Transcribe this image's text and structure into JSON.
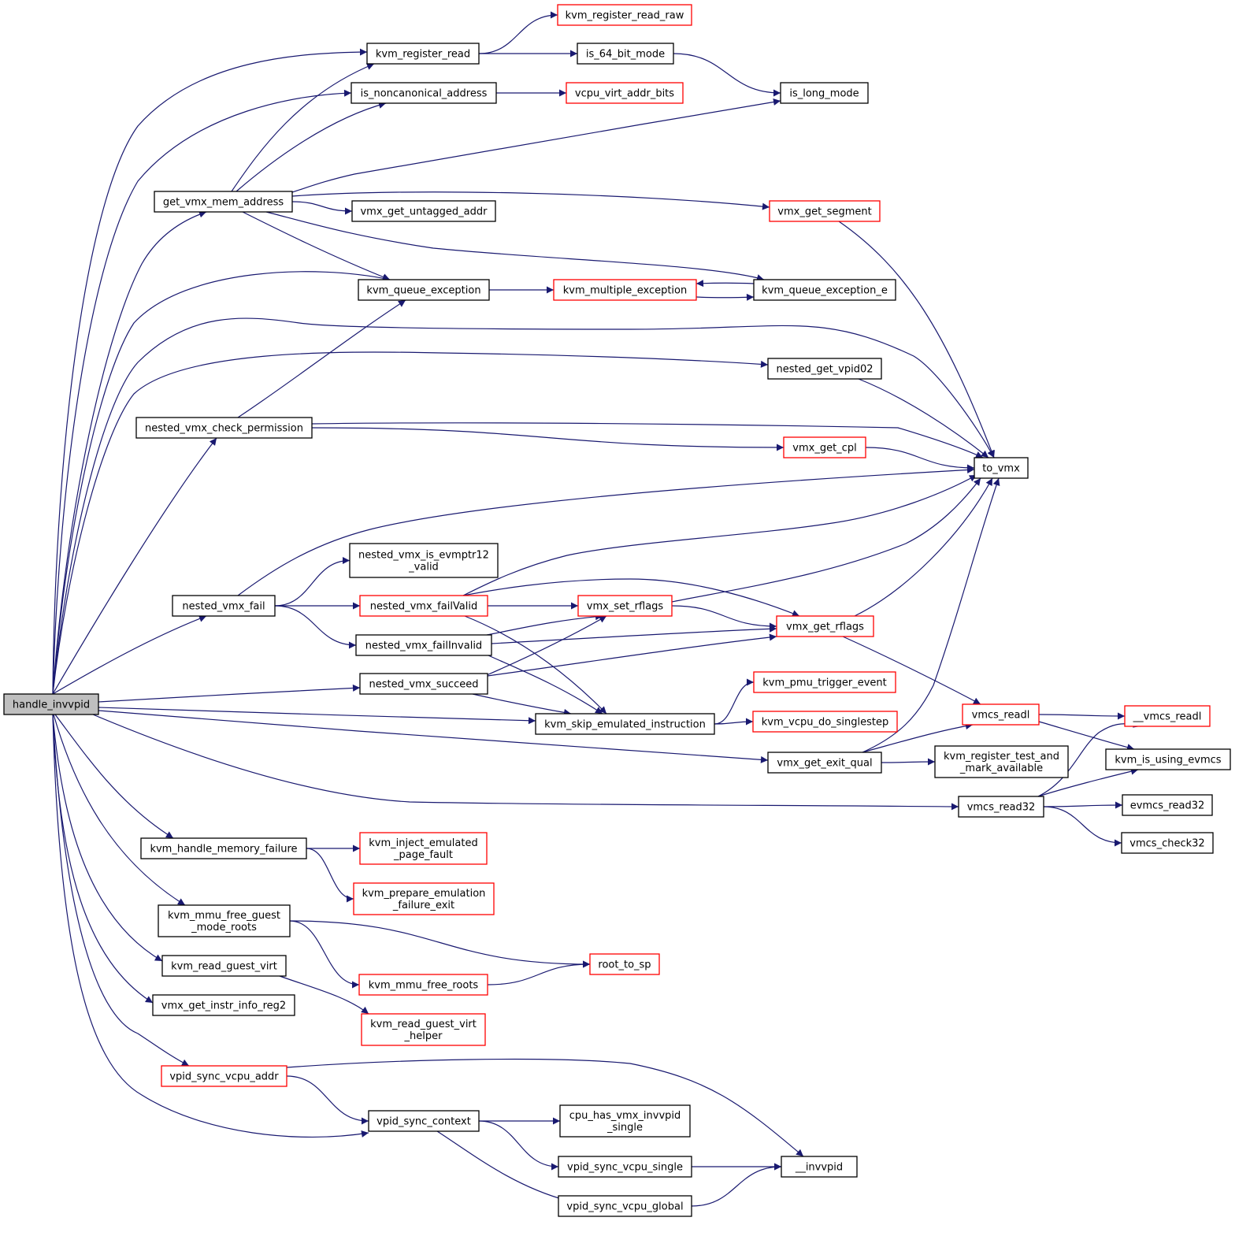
{
  "colors": {
    "edge": "#191970",
    "border_normal": "#000000",
    "border_truncated": "#ff0000",
    "root_fill": "#bfbfbf",
    "fill": "#ffffff"
  },
  "nodes": [
    {
      "id": "handle_invvpid",
      "lines": [
        "handle_invvpid"
      ],
      "style": "root"
    },
    {
      "id": "kvm_register_read_raw",
      "lines": [
        "kvm_register_read_raw"
      ],
      "style": "truncated"
    },
    {
      "id": "kvm_register_read",
      "lines": [
        "kvm_register_read"
      ],
      "style": "normal"
    },
    {
      "id": "is_64_bit_mode",
      "lines": [
        "is_64_bit_mode"
      ],
      "style": "normal"
    },
    {
      "id": "is_noncanonical_address",
      "lines": [
        "is_noncanonical_address"
      ],
      "style": "normal"
    },
    {
      "id": "vcpu_virt_addr_bits",
      "lines": [
        "vcpu_virt_addr_bits"
      ],
      "style": "truncated"
    },
    {
      "id": "is_long_mode",
      "lines": [
        "is_long_mode"
      ],
      "style": "normal"
    },
    {
      "id": "get_vmx_mem_address",
      "lines": [
        "get_vmx_mem_address"
      ],
      "style": "normal"
    },
    {
      "id": "vmx_get_untagged_addr",
      "lines": [
        "vmx_get_untagged_addr"
      ],
      "style": "normal"
    },
    {
      "id": "vmx_get_segment",
      "lines": [
        "vmx_get_segment"
      ],
      "style": "truncated"
    },
    {
      "id": "kvm_queue_exception",
      "lines": [
        "kvm_queue_exception"
      ],
      "style": "normal"
    },
    {
      "id": "kvm_multiple_exception",
      "lines": [
        "kvm_multiple_exception"
      ],
      "style": "truncated"
    },
    {
      "id": "kvm_queue_exception_e",
      "lines": [
        "kvm_queue_exception_e"
      ],
      "style": "normal"
    },
    {
      "id": "nested_get_vpid02",
      "lines": [
        "nested_get_vpid02"
      ],
      "style": "normal"
    },
    {
      "id": "nested_vmx_check_permission",
      "lines": [
        "nested_vmx_check_permission"
      ],
      "style": "normal"
    },
    {
      "id": "vmx_get_cpl",
      "lines": [
        "vmx_get_cpl"
      ],
      "style": "truncated"
    },
    {
      "id": "to_vmx",
      "lines": [
        "to_vmx"
      ],
      "style": "normal"
    },
    {
      "id": "nested_vmx_is_evmptr12_valid",
      "lines": [
        "nested_vmx_is_evmptr12",
        "_valid"
      ],
      "style": "normal"
    },
    {
      "id": "nested_vmx_fail",
      "lines": [
        "nested_vmx_fail"
      ],
      "style": "normal"
    },
    {
      "id": "nested_vmx_failValid",
      "lines": [
        "nested_vmx_failValid"
      ],
      "style": "truncated"
    },
    {
      "id": "vmx_set_rflags",
      "lines": [
        "vmx_set_rflags"
      ],
      "style": "truncated"
    },
    {
      "id": "vmx_get_rflags",
      "lines": [
        "vmx_get_rflags"
      ],
      "style": "truncated"
    },
    {
      "id": "nested_vmx_failInvalid",
      "lines": [
        "nested_vmx_failInvalid"
      ],
      "style": "normal"
    },
    {
      "id": "nested_vmx_succeed",
      "lines": [
        "nested_vmx_succeed"
      ],
      "style": "normal"
    },
    {
      "id": "kvm_pmu_trigger_event",
      "lines": [
        "kvm_pmu_trigger_event"
      ],
      "style": "truncated"
    },
    {
      "id": "kvm_skip_emulated_instruction",
      "lines": [
        "kvm_skip_emulated_instruction"
      ],
      "style": "normal"
    },
    {
      "id": "kvm_vcpu_do_singlestep",
      "lines": [
        "kvm_vcpu_do_singlestep"
      ],
      "style": "truncated"
    },
    {
      "id": "vmcs_readl",
      "lines": [
        "vmcs_readl"
      ],
      "style": "truncated"
    },
    {
      "id": "__vmcs_readl",
      "lines": [
        "__vmcs_readl"
      ],
      "style": "truncated"
    },
    {
      "id": "vmx_get_exit_qual",
      "lines": [
        "vmx_get_exit_qual"
      ],
      "style": "normal"
    },
    {
      "id": "kvm_register_test_and_mark_available",
      "lines": [
        "kvm_register_test_and",
        "_mark_available"
      ],
      "style": "normal"
    },
    {
      "id": "kvm_is_using_evmcs",
      "lines": [
        "kvm_is_using_evmcs"
      ],
      "style": "normal"
    },
    {
      "id": "vmcs_read32",
      "lines": [
        "vmcs_read32"
      ],
      "style": "normal"
    },
    {
      "id": "evmcs_read32",
      "lines": [
        "evmcs_read32"
      ],
      "style": "normal"
    },
    {
      "id": "vmcs_check32",
      "lines": [
        "vmcs_check32"
      ],
      "style": "normal"
    },
    {
      "id": "kvm_handle_memory_failure",
      "lines": [
        "kvm_handle_memory_failure"
      ],
      "style": "normal"
    },
    {
      "id": "kvm_inject_emulated_page_fault",
      "lines": [
        "kvm_inject_emulated",
        "_page_fault"
      ],
      "style": "truncated"
    },
    {
      "id": "kvm_prepare_emulation_failure_exit",
      "lines": [
        "kvm_prepare_emulation",
        "_failure_exit"
      ],
      "style": "truncated"
    },
    {
      "id": "kvm_mmu_free_guest_mode_roots",
      "lines": [
        "kvm_mmu_free_guest",
        "_mode_roots"
      ],
      "style": "normal"
    },
    {
      "id": "root_to_sp",
      "lines": [
        "root_to_sp"
      ],
      "style": "truncated"
    },
    {
      "id": "kvm_read_guest_virt",
      "lines": [
        "kvm_read_guest_virt"
      ],
      "style": "normal"
    },
    {
      "id": "kvm_mmu_free_roots",
      "lines": [
        "kvm_mmu_free_roots"
      ],
      "style": "truncated"
    },
    {
      "id": "vmx_get_instr_info_reg2",
      "lines": [
        "vmx_get_instr_info_reg2"
      ],
      "style": "normal"
    },
    {
      "id": "kvm_read_guest_virt_helper",
      "lines": [
        "kvm_read_guest_virt",
        "_helper"
      ],
      "style": "truncated"
    },
    {
      "id": "vpid_sync_vcpu_addr",
      "lines": [
        "vpid_sync_vcpu_addr"
      ],
      "style": "truncated"
    },
    {
      "id": "vpid_sync_context",
      "lines": [
        "vpid_sync_context"
      ],
      "style": "normal"
    },
    {
      "id": "cpu_has_vmx_invvpid_single",
      "lines": [
        "cpu_has_vmx_invvpid",
        "_single"
      ],
      "style": "normal"
    },
    {
      "id": "vpid_sync_vcpu_single",
      "lines": [
        "vpid_sync_vcpu_single"
      ],
      "style": "normal"
    },
    {
      "id": "__invvpid",
      "lines": [
        "__invvpid"
      ],
      "style": "normal"
    },
    {
      "id": "vpid_sync_vcpu_global",
      "lines": [
        "vpid_sync_vcpu_global"
      ],
      "style": "normal"
    }
  ],
  "edges": [
    [
      "handle_invvpid",
      "kvm_register_read"
    ],
    [
      "handle_invvpid",
      "is_noncanonical_address"
    ],
    [
      "handle_invvpid",
      "get_vmx_mem_address"
    ],
    [
      "handle_invvpid",
      "kvm_queue_exception"
    ],
    [
      "handle_invvpid",
      "to_vmx"
    ],
    [
      "handle_invvpid",
      "nested_get_vpid02"
    ],
    [
      "handle_invvpid",
      "nested_vmx_check_permission"
    ],
    [
      "handle_invvpid",
      "nested_vmx_fail"
    ],
    [
      "handle_invvpid",
      "nested_vmx_succeed"
    ],
    [
      "handle_invvpid",
      "kvm_skip_emulated_instruction"
    ],
    [
      "handle_invvpid",
      "vmx_get_exit_qual"
    ],
    [
      "handle_invvpid",
      "vmcs_read32"
    ],
    [
      "handle_invvpid",
      "kvm_handle_memory_failure"
    ],
    [
      "handle_invvpid",
      "kvm_mmu_free_guest_mode_roots"
    ],
    [
      "handle_invvpid",
      "kvm_read_guest_virt"
    ],
    [
      "handle_invvpid",
      "vmx_get_instr_info_reg2"
    ],
    [
      "handle_invvpid",
      "vpid_sync_vcpu_addr"
    ],
    [
      "handle_invvpid",
      "vpid_sync_context"
    ],
    [
      "kvm_register_read",
      "kvm_register_read_raw"
    ],
    [
      "kvm_register_read",
      "is_64_bit_mode"
    ],
    [
      "is_64_bit_mode",
      "is_long_mode"
    ],
    [
      "is_noncanonical_address",
      "vcpu_virt_addr_bits"
    ],
    [
      "get_vmx_mem_address",
      "kvm_register_read"
    ],
    [
      "get_vmx_mem_address",
      "is_noncanonical_address"
    ],
    [
      "get_vmx_mem_address",
      "is_long_mode"
    ],
    [
      "get_vmx_mem_address",
      "vmx_get_segment"
    ],
    [
      "get_vmx_mem_address",
      "vmx_get_untagged_addr"
    ],
    [
      "get_vmx_mem_address",
      "kvm_queue_exception"
    ],
    [
      "get_vmx_mem_address",
      "kvm_queue_exception_e"
    ],
    [
      "vmx_get_segment",
      "to_vmx"
    ],
    [
      "kvm_queue_exception",
      "kvm_multiple_exception"
    ],
    [
      "kvm_multiple_exception",
      "kvm_queue_exception_e"
    ],
    [
      "kvm_queue_exception_e",
      "kvm_multiple_exception"
    ],
    [
      "nested_get_vpid02",
      "to_vmx"
    ],
    [
      "nested_vmx_check_permission",
      "kvm_queue_exception"
    ],
    [
      "nested_vmx_check_permission",
      "to_vmx"
    ],
    [
      "nested_vmx_check_permission",
      "vmx_get_cpl"
    ],
    [
      "vmx_get_cpl",
      "to_vmx"
    ],
    [
      "nested_vmx_fail",
      "to_vmx"
    ],
    [
      "nested_vmx_fail",
      "nested_vmx_is_evmptr12_valid"
    ],
    [
      "nested_vmx_fail",
      "nested_vmx_failValid"
    ],
    [
      "nested_vmx_fail",
      "nested_vmx_failInvalid"
    ],
    [
      "nested_vmx_failValid",
      "to_vmx"
    ],
    [
      "nested_vmx_failValid",
      "vmx_get_rflags"
    ],
    [
      "nested_vmx_failValid",
      "vmx_set_rflags"
    ],
    [
      "nested_vmx_failValid",
      "kvm_skip_emulated_instruction"
    ],
    [
      "vmx_set_rflags",
      "to_vmx"
    ],
    [
      "vmx_set_rflags",
      "vmx_get_rflags"
    ],
    [
      "vmx_get_rflags",
      "to_vmx"
    ],
    [
      "vmx_get_rflags",
      "vmcs_readl"
    ],
    [
      "nested_vmx_failInvalid",
      "vmx_set_rflags"
    ],
    [
      "nested_vmx_failInvalid",
      "vmx_get_rflags"
    ],
    [
      "nested_vmx_failInvalid",
      "kvm_skip_emulated_instruction"
    ],
    [
      "nested_vmx_succeed",
      "vmx_set_rflags"
    ],
    [
      "nested_vmx_succeed",
      "vmx_get_rflags"
    ],
    [
      "nested_vmx_succeed",
      "kvm_skip_emulated_instruction"
    ],
    [
      "kvm_skip_emulated_instruction",
      "kvm_pmu_trigger_event"
    ],
    [
      "kvm_skip_emulated_instruction",
      "kvm_vcpu_do_singlestep"
    ],
    [
      "vmcs_readl",
      "__vmcs_readl"
    ],
    [
      "vmcs_readl",
      "kvm_is_using_evmcs"
    ],
    [
      "vmx_get_exit_qual",
      "to_vmx"
    ],
    [
      "vmx_get_exit_qual",
      "vmcs_readl"
    ],
    [
      "vmx_get_exit_qual",
      "kvm_register_test_and_mark_available"
    ],
    [
      "vmcs_read32",
      "__vmcs_readl"
    ],
    [
      "vmcs_read32",
      "kvm_is_using_evmcs"
    ],
    [
      "vmcs_read32",
      "evmcs_read32"
    ],
    [
      "vmcs_read32",
      "vmcs_check32"
    ],
    [
      "kvm_handle_memory_failure",
      "kvm_inject_emulated_page_fault"
    ],
    [
      "kvm_handle_memory_failure",
      "kvm_prepare_emulation_failure_exit"
    ],
    [
      "kvm_mmu_free_guest_mode_roots",
      "root_to_sp"
    ],
    [
      "kvm_mmu_free_guest_mode_roots",
      "kvm_mmu_free_roots"
    ],
    [
      "kvm_mmu_free_roots",
      "root_to_sp"
    ],
    [
      "kvm_read_guest_virt",
      "kvm_read_guest_virt_helper"
    ],
    [
      "vpid_sync_vcpu_addr",
      "vpid_sync_context"
    ],
    [
      "vpid_sync_vcpu_addr",
      "__invvpid"
    ],
    [
      "vpid_sync_context",
      "cpu_has_vmx_invvpid_single"
    ],
    [
      "vpid_sync_context",
      "vpid_sync_vcpu_single"
    ],
    [
      "vpid_sync_context",
      "vpid_sync_vcpu_global"
    ],
    [
      "vpid_sync_vcpu_single",
      "__invvpid"
    ],
    [
      "vpid_sync_vcpu_global",
      "__invvpid"
    ]
  ]
}
